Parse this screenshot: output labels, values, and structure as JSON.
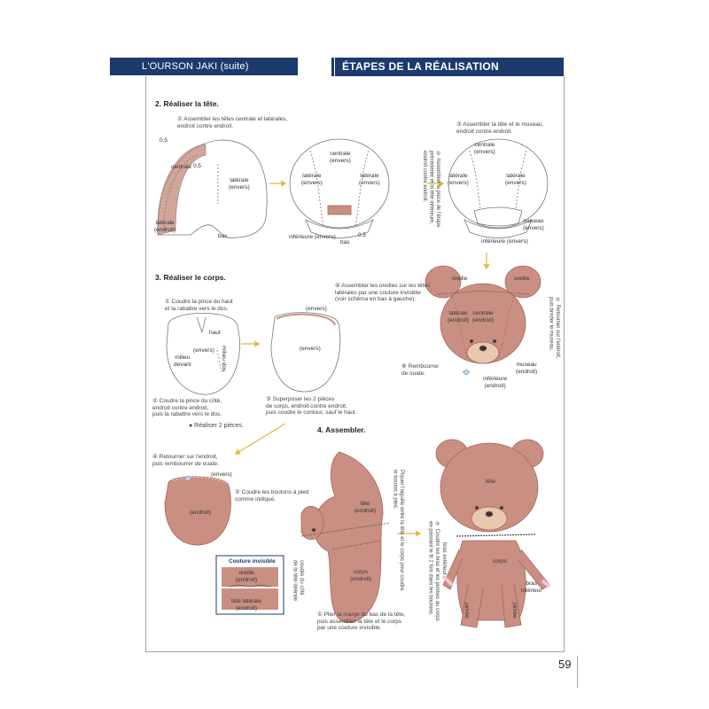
{
  "header": {
    "left": "L'OURSON JAKI (suite)",
    "right": "ÉTAPES DE LA RÉALISATION"
  },
  "page_number": "59",
  "sections": {
    "head": "2. Réaliser la tête.",
    "body": "3. Réaliser le corps.",
    "assemble": "4. Assembler."
  },
  "head_step": {
    "s1": "① Assembler les têtes centrale et latérales,\nendroit contre endroit.",
    "s2": "② Assembler la pièce de l'étape\nprécédente et la tête inférieure,\nendroit contre endroit.",
    "s3": "③ Assembler la tête et le museau,\nendroit contre endroit.",
    "labels": {
      "centrale": "centrale",
      "centrale_env": "centrale\n(envers)",
      "laterale_env": "latérale\n(envers)",
      "laterale_end": "latérale\n(endroit)",
      "bas": "bas",
      "half": "0,5",
      "inferieure_env": "inférieure (envers)",
      "museau_env": "museau\n(envers)"
    }
  },
  "head_finished": {
    "s4": "④ Assembler les oreilles sur les têtes\nlatérales par une couture invisible\n(voir schéma en bas à gauche).",
    "s5": "⑤ Retourner sur l'endroit,\npuis broder le museau.",
    "s6": "⑥ Rembourrer\nde ouate.",
    "oreille": "oreille",
    "laterale_end": "latérale\n(endroit)",
    "centrale_end": "centrale\n(endroit)",
    "museau_end": "museau\n(endroit)",
    "inferieure_end": "inférieure\n(endroit)"
  },
  "body_step": {
    "s1": "① Coudre la pince du haut\net la rabattre vers le dos.",
    "s2": "② Coudre la pince du côté,\nendroit contre endroit,\npuis la rabattre vers le dos.",
    "s3": "③ Superposer les 2 pièces\nde corps, endroit contre endroit,\npuis coudre le contour, sauf le haut.",
    "note": "● Réaliser 2 pièces.",
    "haut": "haut",
    "envers": "(envers)",
    "milieu_devant": "milieu\ndevant",
    "milieu_dos": "milieu dos"
  },
  "body_finish": {
    "s4": "④ Retourner sur l'endroit,\npuis rembourrer de ouate.",
    "s2": "② Coudre les boutons à pied\ncomme indiqué.",
    "envers": "(envers)",
    "endroit": "(endroit)"
  },
  "invisible": {
    "title": "Couture invisible",
    "oreille": "oreille\n(endroit)",
    "tete": "tête latérale\n(endroit)",
    "side": "coudre du côté\nde la tête latérale"
  },
  "assemble_step": {
    "s1": "① Plier la marge du bas de la tête,\npuis assembler la tête et le corps\npar une couture invisible.",
    "vertical": "Piquer l'aiguille entre la tête et le corps pour coudre\nle bouton à pied.",
    "s3": "③ Coudre les bras et les jambes au corps\nen passant le fil 2 fois dans les boutons.",
    "s3b": "bras extérieur",
    "tete_end": "tête\n(endroit)",
    "corps_end": "corps\n(endroit)",
    "tete": "tête",
    "corps": "corps",
    "bras_int": "bras\nintérieur",
    "jambe": "jambe"
  },
  "colors": {
    "header": "#1c3a6e",
    "felt": "#c98f82",
    "felt_dark": "#a8665a",
    "arrow": "#e8b43a",
    "outline": "#6b6b6b"
  }
}
